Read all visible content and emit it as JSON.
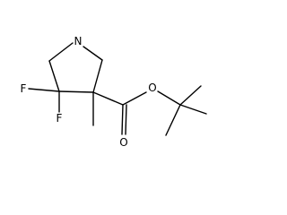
{
  "molecule": {
    "atoms": {
      "nitrogen": "N",
      "fluorine_1": "F",
      "fluorine_2": "F",
      "ester_oxygen": "O",
      "carbonyl_oxygen": "O"
    },
    "colors": {
      "bond": "#000000",
      "label": "#000000",
      "background": "#ffffff"
    }
  }
}
